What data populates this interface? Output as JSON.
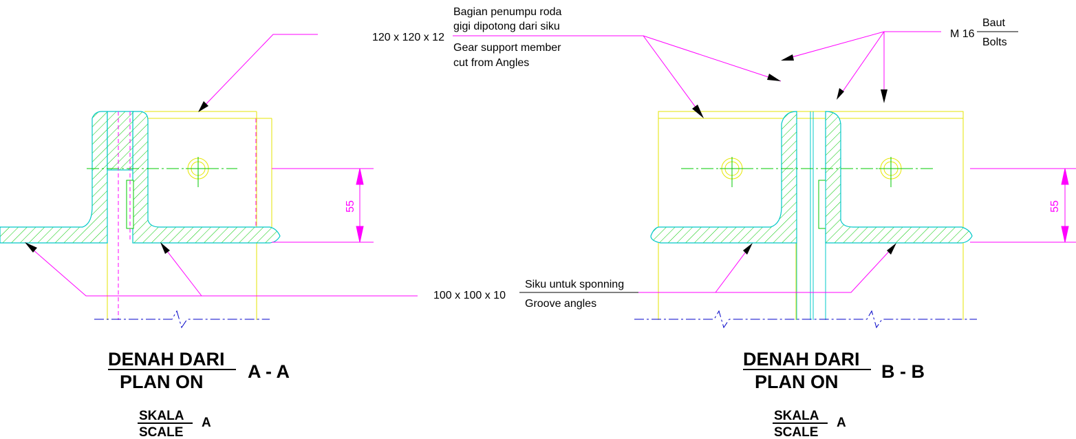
{
  "notes": {
    "member_size": "120 x 120 x 12",
    "member_id_1": "Bagian penumpu roda",
    "member_id_2": "gigi dipotong dari siku",
    "member_en_1": "Gear support member",
    "member_en_2": "cut from Angles",
    "bolt_size": "M 16",
    "bolt_id": "Baut",
    "bolt_en": "Bolts",
    "groove_size": "100 x 100 x 10",
    "groove_id": "Siku untuk sponning",
    "groove_en": "Groove angles"
  },
  "dimension": "55",
  "views": [
    {
      "title_id": "DENAH DARI",
      "title_en": "PLAN ON",
      "section": "A - A",
      "scale_id": "SKALA",
      "scale_en": "SCALE",
      "scale_value": "A"
    },
    {
      "title_id": "DENAH DARI",
      "title_en": "PLAN ON",
      "section": "B - B",
      "scale_id": "SKALA",
      "scale_en": "SCALE",
      "scale_value": "A"
    }
  ],
  "colors": {
    "leader": "#ff00ff",
    "hatch": "#00c800",
    "outline": "#00c8c8",
    "yellow": "#e6e600",
    "axis": "#0000c8"
  }
}
